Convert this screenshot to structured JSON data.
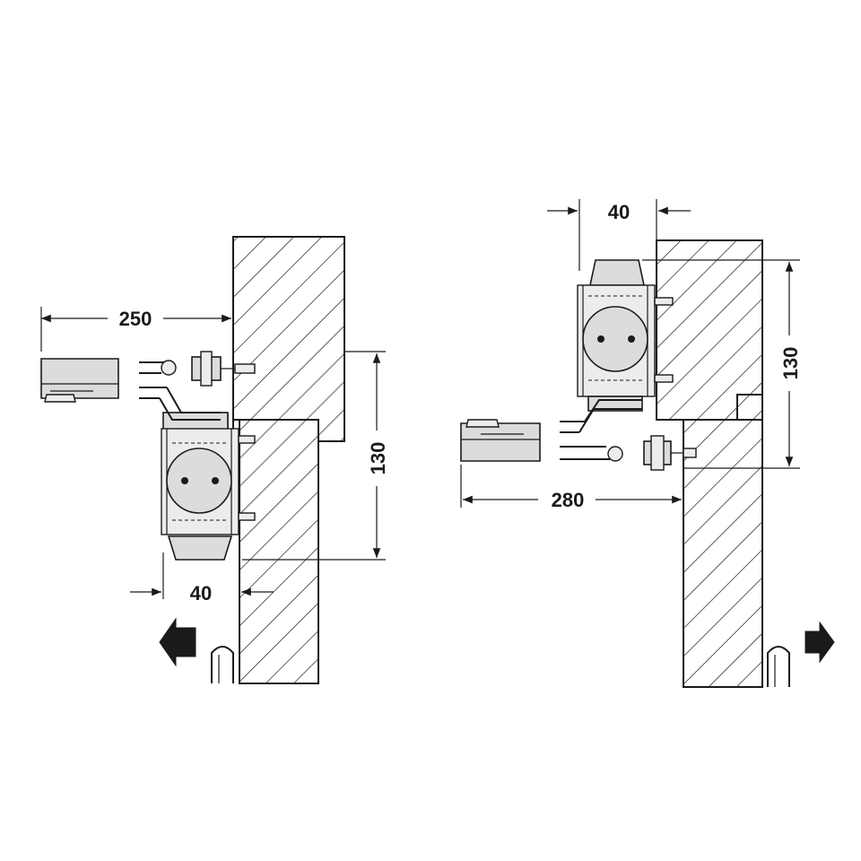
{
  "left_diagram": {
    "dim_arm_length": "250",
    "dim_height": "130",
    "dim_body_width": "40",
    "direction": "left"
  },
  "right_diagram": {
    "dim_body_width": "40",
    "dim_height": "130",
    "dim_arm_length": "280",
    "direction": "right"
  },
  "colors": {
    "line": "#1a1a1a",
    "fill": "#dcdcdc",
    "background": "#ffffff"
  }
}
